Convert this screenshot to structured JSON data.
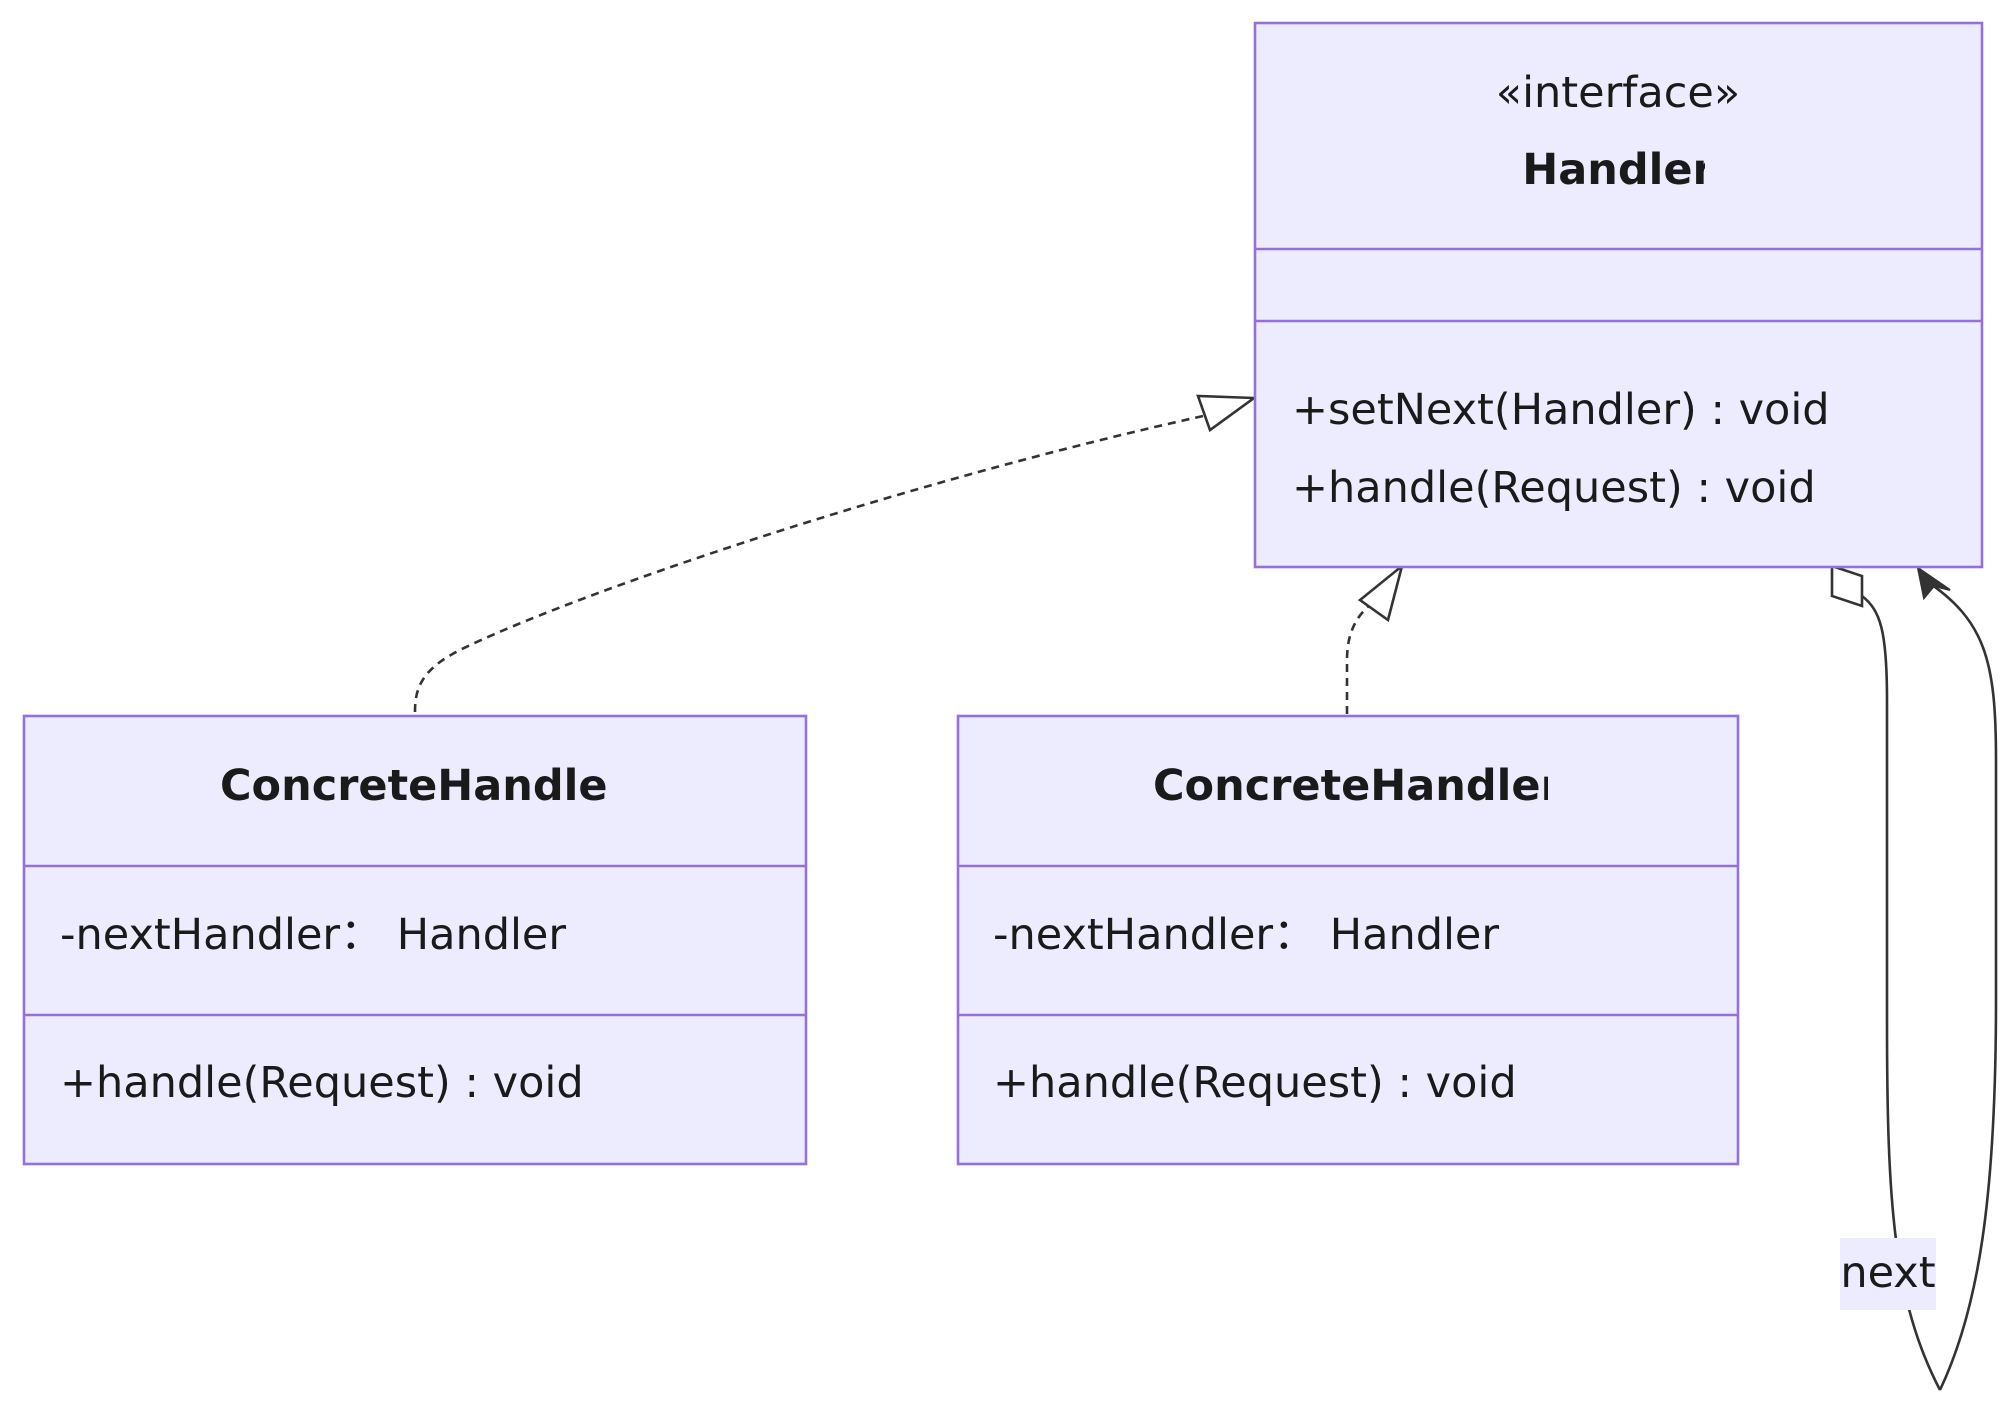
{
  "classes": {
    "handler": {
      "stereotype": "«interface»",
      "name": "Handler",
      "methods": [
        "+setNext(Handler) : void",
        "+handle(Request) : void"
      ]
    },
    "concrete_a": {
      "name": "ConcreteHandlerA",
      "attributes": [
        "-nextHandler：  Handler"
      ],
      "methods": [
        "+handle(Request) : void"
      ]
    },
    "concrete_b": {
      "name": "ConcreteHandlerB",
      "attributes": [
        "-nextHandler：  Handler"
      ],
      "methods": [
        "+handle(Request) : void"
      ]
    }
  },
  "relations": {
    "self_label": "next"
  },
  "colors": {
    "box_fill": "#ececfe",
    "box_stroke": "#9370db",
    "edge": "#333333"
  }
}
